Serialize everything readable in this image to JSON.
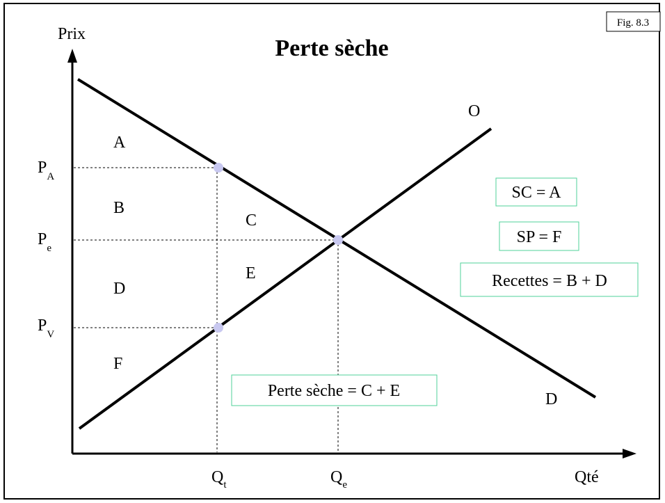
{
  "title": "Perte sèche",
  "figure_label": "Fig. 8.3",
  "axes": {
    "y_label": "Prix",
    "x_label": "Qté"
  },
  "curves": {
    "supply_label": "O",
    "demand_label": "D"
  },
  "price_labels": {
    "pa": {
      "main": "P",
      "sub": "A"
    },
    "pe": {
      "main": "P",
      "sub": "e"
    },
    "pv": {
      "main": "P",
      "sub": "V"
    }
  },
  "quantity_labels": {
    "qt": {
      "main": "Q",
      "sub": "t"
    },
    "qe": {
      "main": "Q",
      "sub": "e"
    }
  },
  "regions": {
    "a": "A",
    "b": "B",
    "c": "C",
    "d": "D",
    "e": "E",
    "f": "F"
  },
  "boxes": {
    "sc": "SC = A",
    "sp": "SP = F",
    "recettes": "Recettes = B + D",
    "perte": "Perte sèche = C + E"
  },
  "colors": {
    "box_border": "#4fd29a",
    "point_fill": "#c8c8f0"
  }
}
